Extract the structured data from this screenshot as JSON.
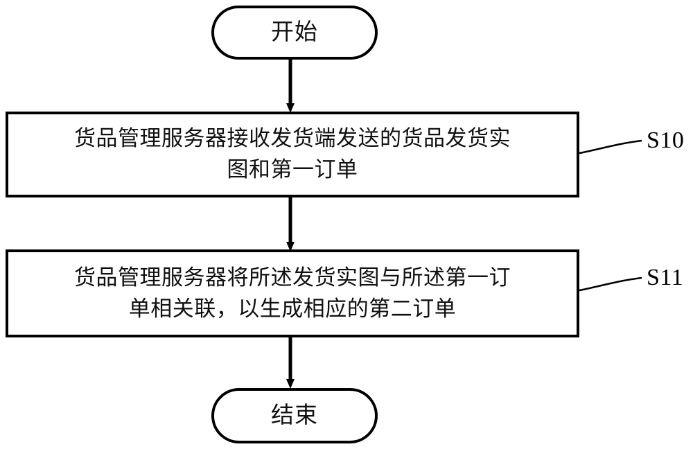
{
  "diagram": {
    "type": "flowchart",
    "orientation": "vertical",
    "language": "zh-CN",
    "nodes": [
      {
        "id": "start",
        "shape": "terminator",
        "label": "开始"
      },
      {
        "id": "s10",
        "shape": "process",
        "label_line1": "货品管理服务器接收发货端发送的货品发货实",
        "label_line2": "图和第一订单",
        "label_full": "货品管理服务器接收发货端发送的货品发货实图和第一订单",
        "step_label": "S10"
      },
      {
        "id": "s11",
        "shape": "process",
        "label_line1": "货品管理服务器将所述发货实图与所述第一订",
        "label_line2": "单相关联，以生成相应的第二订单",
        "label_full": "货品管理服务器将所述发货实图与所述第一订单相关联，以生成相应的第二订单",
        "step_label": "S11"
      },
      {
        "id": "end",
        "shape": "terminator",
        "label": "结束"
      }
    ],
    "edges": [
      {
        "from": "start",
        "to": "s10",
        "arrow": "down"
      },
      {
        "from": "s10",
        "to": "s11",
        "arrow": "down"
      },
      {
        "from": "s11",
        "to": "end",
        "arrow": "down"
      }
    ],
    "colors": {
      "stroke": "#000000",
      "fill": "#ffffff",
      "text": "#111111"
    }
  }
}
